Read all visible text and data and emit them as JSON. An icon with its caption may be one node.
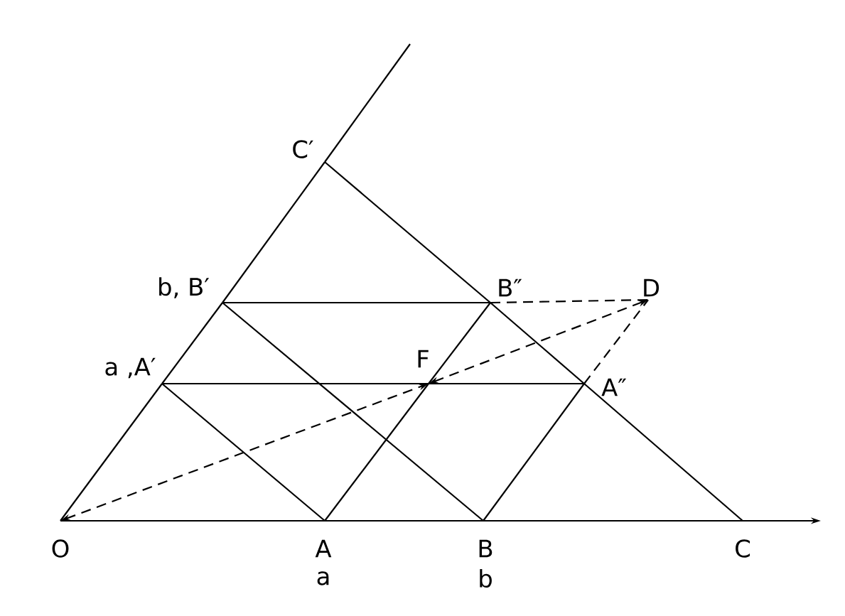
{
  "diagram": {
    "nodes": [
      {
        "text": [
          "O"
        ]
      },
      {
        "text": [
          "A"
        ],
        "beside": [
          "a"
        ]
      },
      {
        "text": [
          "B"
        ],
        "beside": [
          "b"
        ]
      },
      {
        "text": [
          "C"
        ]
      },
      {
        "text": [
          "a ,A′"
        ]
      },
      {
        "text": [
          "b, B′"
        ]
      },
      {
        "text": [
          "C′"
        ]
      },
      {
        "text": [
          "B″"
        ]
      },
      {
        "text": [
          "D"
        ]
      },
      {
        "text": [
          "F"
        ]
      },
      {
        "text": [
          "A″"
        ]
      }
    ],
    "edges": [
      {
        "from": 0,
        "to": 1,
        "arrow": "none"
      },
      {
        "from": 1,
        "to": 2,
        "arrow": "none"
      },
      {
        "from": 2,
        "to": 3,
        "arrow": "none"
      },
      {
        "from": 3,
        "to": null,
        "arrow": "to"
      },
      {
        "from": 0,
        "to": 4,
        "arrow": "none"
      },
      {
        "from": 4,
        "to": 5,
        "arrow": "none"
      },
      {
        "from": 5,
        "to": 6,
        "arrow": "none"
      },
      {
        "from": 6,
        "to": null,
        "arrow": "none"
      },
      {
        "from": 6,
        "to": 7,
        "arrow": "none"
      },
      {
        "from": 7,
        "to": 10,
        "arrow": "none"
      },
      {
        "from": 10,
        "to": 3,
        "arrow": "none"
      },
      {
        "from": 5,
        "to": 7,
        "arrow": "none"
      },
      {
        "from": 7,
        "to": 8,
        "arrow": "none",
        "style": "dashed"
      },
      {
        "from": 4,
        "to": 9,
        "arrow": "none"
      },
      {
        "from": 9,
        "to": 10,
        "arrow": "none"
      },
      {
        "from": 5,
        "to": 2,
        "arrow": "none"
      },
      {
        "from": 4,
        "to": 1,
        "arrow": "none"
      },
      {
        "from": 1,
        "to": 9,
        "arrow": "none"
      },
      {
        "from": 9,
        "to": 7,
        "arrow": "none"
      },
      {
        "from": 2,
        "to": 10,
        "arrow": "none"
      },
      {
        "from": 0,
        "to": 9,
        "arrow": "both",
        "style": "dashed"
      },
      {
        "from": 9,
        "to": 8,
        "arrow": "both",
        "style": "dashed"
      },
      {
        "from": 10,
        "to": 8,
        "arrow": "none",
        "style": "dashed"
      }
    ]
  }
}
